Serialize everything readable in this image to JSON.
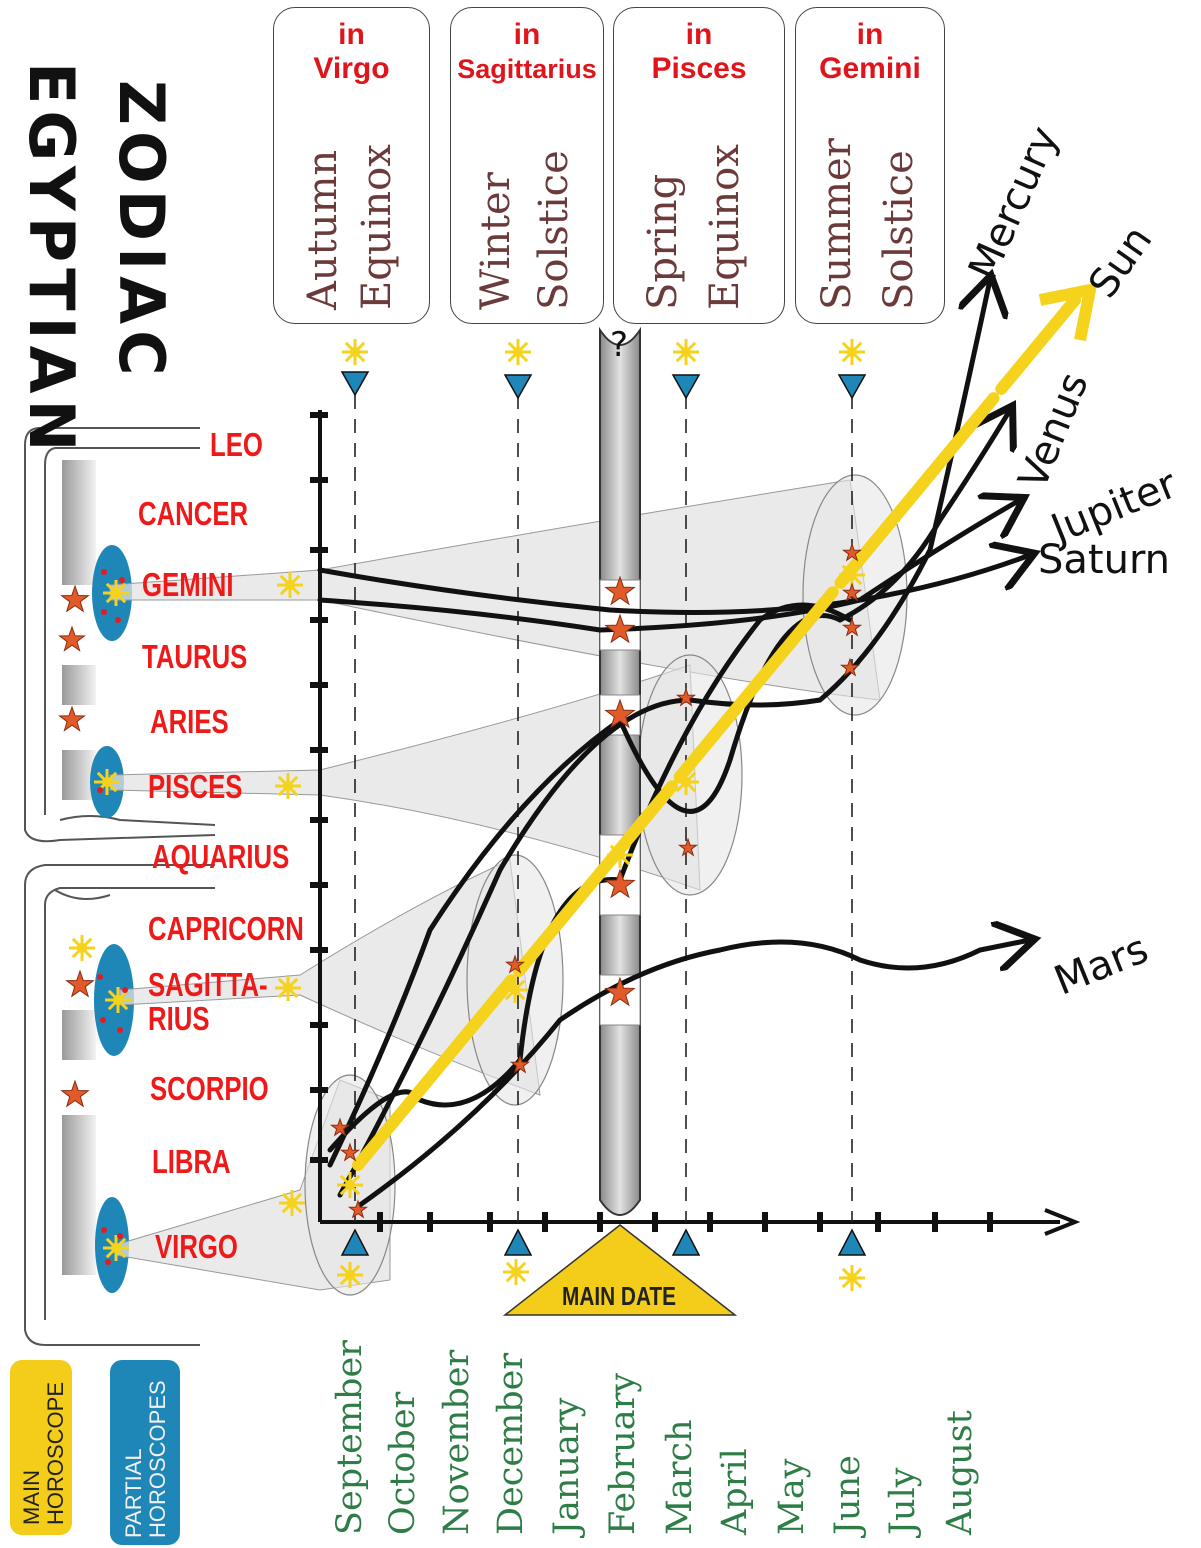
{
  "title": {
    "line1": "EGYPTIAN",
    "line2": "ZODIAC"
  },
  "season_boxes": [
    {
      "in": "in",
      "sign": "Virgo",
      "line1": "Autumn",
      "line2": "Equinox"
    },
    {
      "in": "in",
      "sign": "Sagittarius",
      "line1": "Winter",
      "line2": "Solstice"
    },
    {
      "in": "in",
      "sign": "Pisces",
      "line1": "Spring",
      "line2": "Equinox"
    },
    {
      "in": "in",
      "sign": "Gemini",
      "line1": "Summer",
      "line2": "Solstice"
    }
  ],
  "question_mark": "?",
  "zodiac_signs": [
    "LEO",
    "CANCER",
    "GEMINI",
    "TAURUS",
    "ARIES",
    "PISCES",
    "AQUARIUS",
    "CAPRICORN",
    "SAGITTA-",
    "RIUS",
    "SCORPIO",
    "LIBRA",
    "VIRGO"
  ],
  "months": [
    "September",
    "October",
    "November",
    "December",
    "January",
    "February",
    "March",
    "April",
    "May",
    "June",
    "July",
    "August"
  ],
  "planets": {
    "mercury": "Mercury",
    "sun": "Sun",
    "venus": "Venus",
    "jupiter": "Jupiter",
    "saturn": "Saturn",
    "mars": "Mars"
  },
  "main_date": "MAIN DATE",
  "legend": {
    "main": {
      "line1": "MAIN",
      "line2": "HOROSCOPE"
    },
    "partial": {
      "line1": "PARTIAL",
      "line2": "HOROSCOPES"
    }
  },
  "colors": {
    "sign_red": "#ee1a1a",
    "month_green": "#2e7d46",
    "sun_yellow": "#f5d21c",
    "partial_blue": "#1f86b8",
    "main_gold": "#f3cd1a",
    "star_orange": "#e05a2a",
    "season_text": "#6b3b3b"
  }
}
